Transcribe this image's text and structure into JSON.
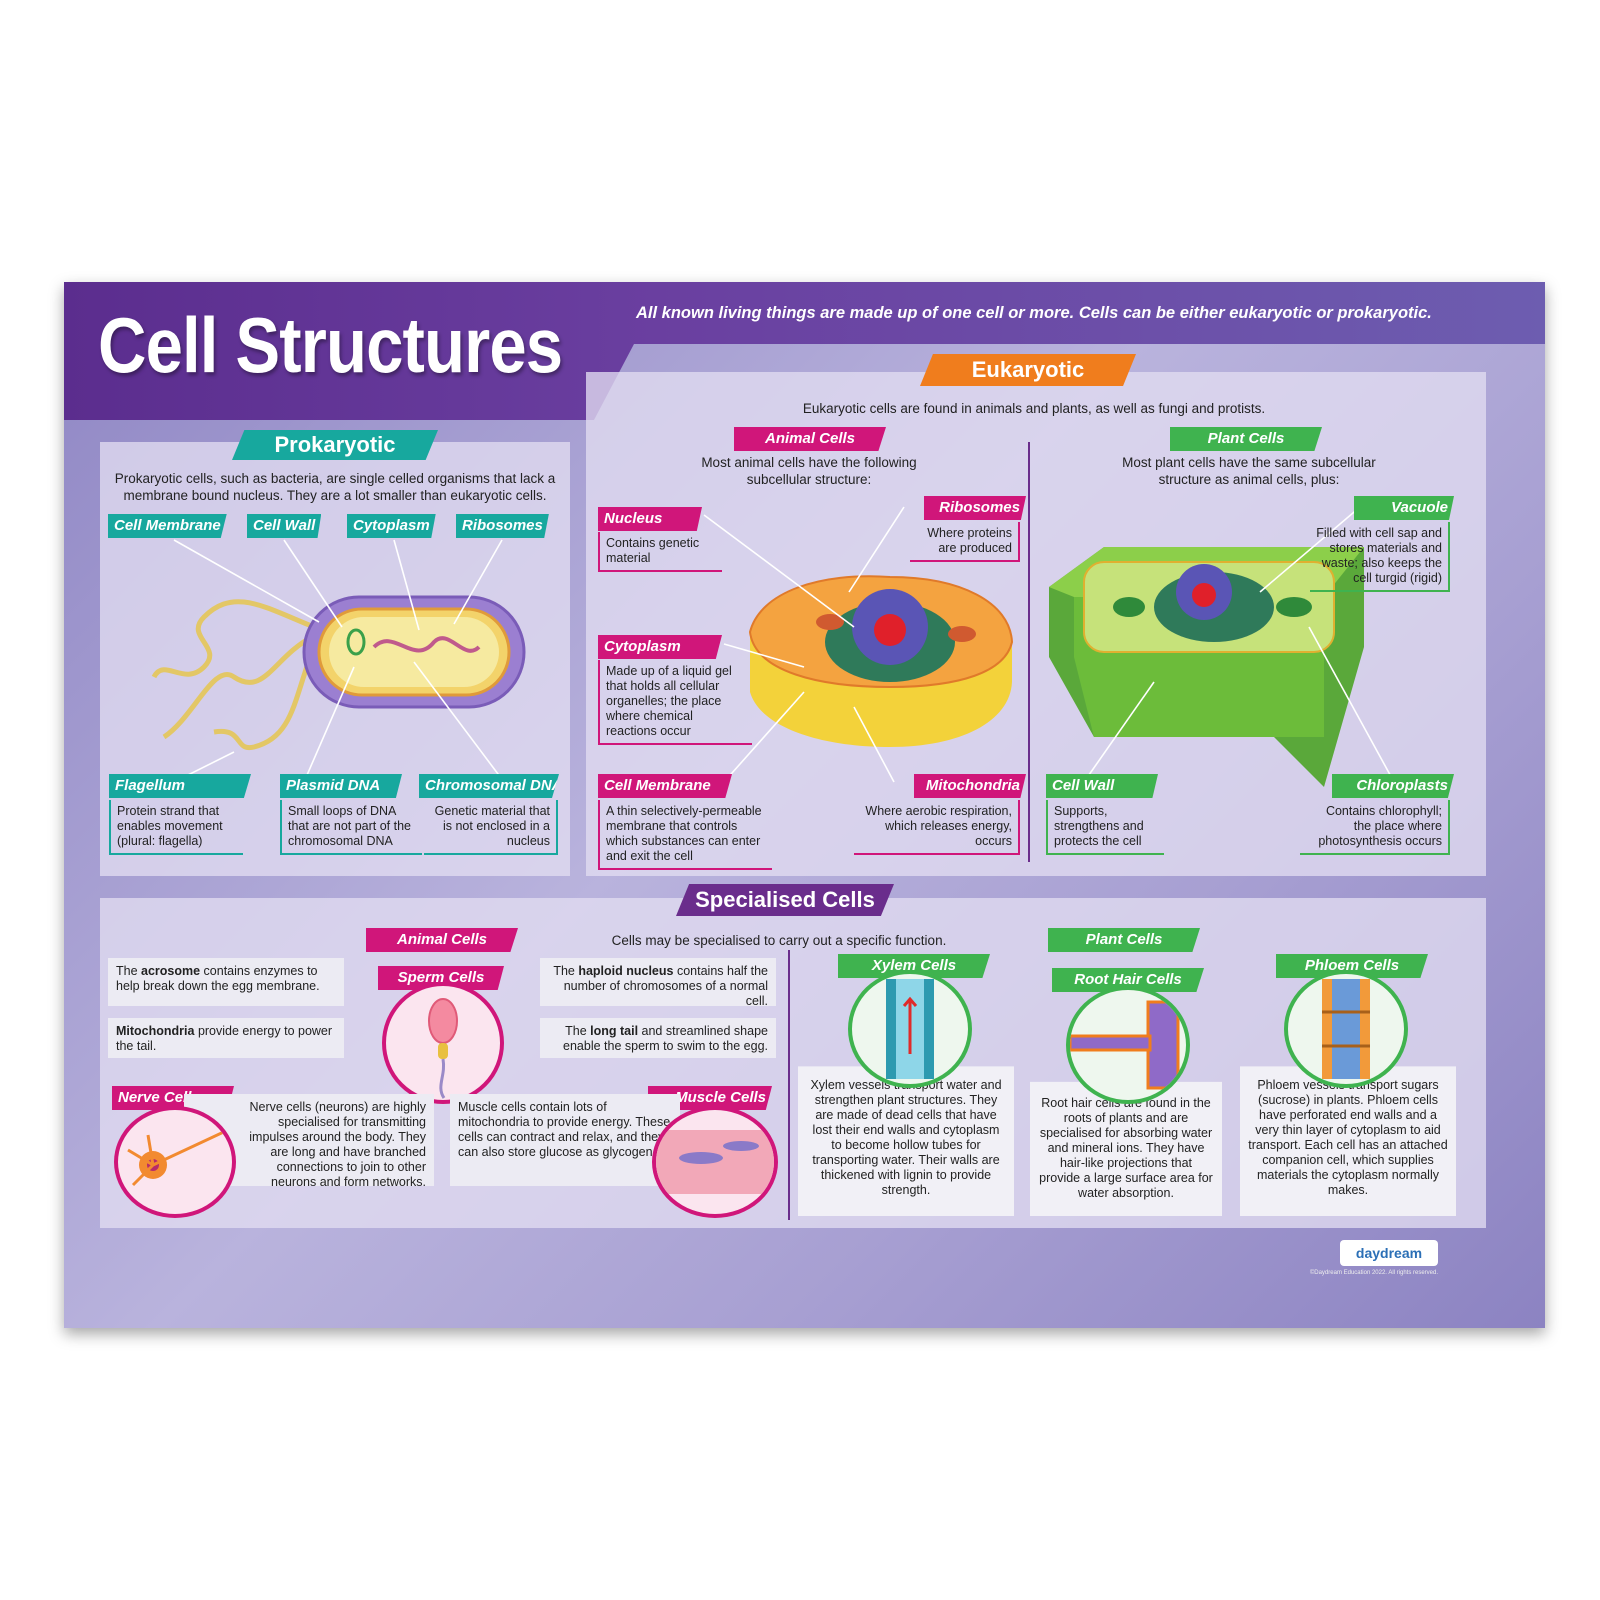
{
  "title": "Cell Structures",
  "intro": "All known living things are made up of one cell or more. Cells can be either eukaryotic or prokaryotic.",
  "prokaryotic": {
    "heading": "Prokaryotic",
    "description": "Prokaryotic cells, such as bacteria, are single celled organisms that lack a membrane bound nucleus. They are a lot smaller than eukaryotic cells.",
    "top_labels": [
      "Cell Membrane",
      "Cell Wall",
      "Cytoplasm",
      "Ribosomes"
    ],
    "bottom": [
      {
        "label": "Flagellum",
        "text": "Protein strand that enables movement (plural: flagella)"
      },
      {
        "label": "Plasmid DNA",
        "text": "Small loops of DNA that are not part of the chromosomal DNA"
      },
      {
        "label": "Chromosomal DNA",
        "text": "Genetic material that is not enclosed in a nucleus"
      }
    ]
  },
  "eukaryotic": {
    "heading": "Eukaryotic",
    "description": "Eukaryotic cells are found in animals and plants, as well as fungi and protists.",
    "animal": {
      "heading": "Animal Cells",
      "description": "Most animal cells have the following subcellular structure:",
      "labels": [
        {
          "label": "Nucleus",
          "text": "Contains genetic material"
        },
        {
          "label": "Ribosomes",
          "text": "Where proteins are produced"
        },
        {
          "label": "Cytoplasm",
          "text": "Made up of a liquid gel that holds all cellular organelles; the place where chemical reactions occur"
        },
        {
          "label": "Cell Membrane",
          "text": "A thin selectively-permeable membrane that controls which substances can enter and exit the cell"
        },
        {
          "label": "Mitochondria",
          "text": "Where aerobic respiration, which releases energy, occurs"
        }
      ]
    },
    "plant": {
      "heading": "Plant Cells",
      "description": "Most plant cells have the same subcellular structure as animal cells, plus:",
      "labels": [
        {
          "label": "Vacuole",
          "text": "Filled with cell sap and stores materials and waste; also keeps the cell turgid (rigid)"
        },
        {
          "label": "Cell Wall",
          "text": "Supports, strengthens and protects the cell"
        },
        {
          "label": "Chloroplasts",
          "text": "Contains chlorophyll; the place where photosynthesis occurs"
        }
      ]
    }
  },
  "specialised": {
    "heading": "Specialised Cells",
    "description": "Cells may be specialised to carry out a specific function.",
    "animal_heading": "Animal Cells",
    "sperm": {
      "label": "Sperm Cells",
      "acrosome_bold": "acrosome",
      "acrosome_pre": "The ",
      "acrosome_post": " contains enzymes to help break down the egg membrane.",
      "mito_bold": "Mitochondria",
      "mito_post": " provide energy to power the tail.",
      "haploid_pre": "The ",
      "haploid_bold": "haploid nucleus",
      "haploid_post": " contains half the number of chromosomes of a normal cell.",
      "tail_pre": "The ",
      "tail_bold": "long tail",
      "tail_post": " and streamlined shape enable the sperm to swim to the egg."
    },
    "nerve": {
      "label": "Nerve Cells",
      "text": "Nerve cells (neurons) are highly specialised for transmitting impulses around the body. They are long and have branched connections to join to other neurons and form networks."
    },
    "muscle": {
      "label": "Muscle Cells",
      "text": "Muscle cells contain lots of mitochondria to provide energy. These cells can contract and relax, and they can also store glucose as glycogen."
    },
    "plant_heading": "Plant Cells",
    "xylem": {
      "label": "Xylem Cells",
      "text": "Xylem vessels transport water and strengthen plant structures. They are made of dead cells that have lost their end walls and cytoplasm to become hollow tubes for transporting water. Their walls are thickened with lignin to provide strength."
    },
    "root": {
      "label": "Root Hair Cells",
      "text": "Root hair cells are found in the roots of plants and are specialised for absorbing water and mineral ions. They have hair-like projections that provide a large surface area for water absorption."
    },
    "phloem": {
      "label": "Phloem Cells",
      "text": "Phloem vessels transport sugars (sucrose) in plants. Phloem cells have perforated end walls and a very thin layer of cytoplasm to aid transport. Each cell has an attached companion cell, which supplies materials the cytoplasm normally makes."
    }
  },
  "logo": "daydream",
  "copyright": "©Daydream Education 2022. All rights reserved.",
  "colors": {
    "teal": "#17a89e",
    "pink": "#d0167a",
    "green": "#3fb34f",
    "orange": "#f07d1d",
    "purple": "#6a2d8c"
  }
}
